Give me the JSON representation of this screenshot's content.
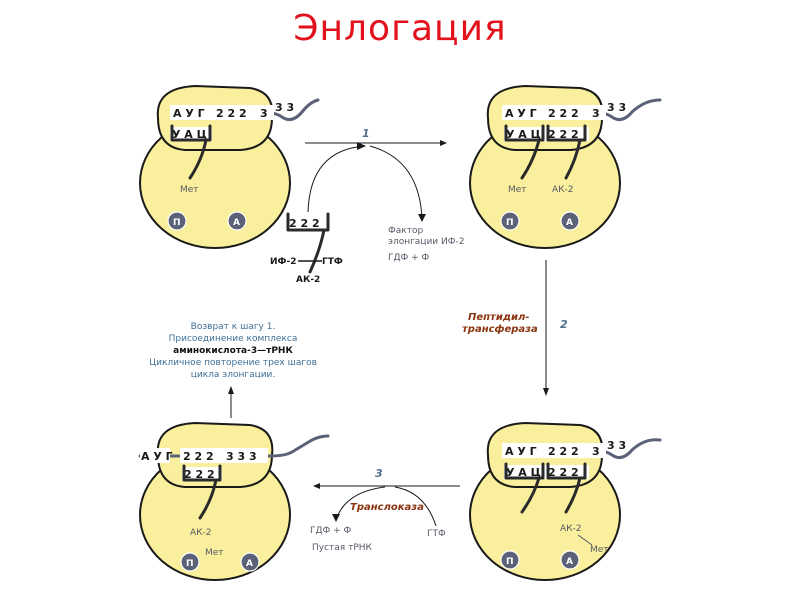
{
  "title": "Энлогация",
  "codons": {
    "aug": "А У Г",
    "uac": "У А Ц",
    "c222": "2 2 2",
    "c333": "3 3 3",
    "c22": "2 2",
    "c3": "3",
    "c33": "3 3"
  },
  "labels": {
    "met": "Мет",
    "ak2": "АК-2",
    "site_p": "П",
    "site_a": "А",
    "if2": "ИФ-2",
    "gtf": "ГТФ",
    "factor_line1": "Фактор",
    "factor_line2": "элонгации ИФ-2",
    "gdf_f": "ГДФ + Ф",
    "gtf2": "ГТФ",
    "empty_trna": "Пустая тРНК"
  },
  "steps": {
    "s1": "1",
    "s2": "2",
    "s3": "3"
  },
  "enzymes": {
    "peptidyl_line1": "Пептидил-",
    "peptidyl_line2": "трансфераза",
    "translocase": "Транслоказа"
  },
  "note": {
    "line1": "Возврат к шагу 1.",
    "line2": "Присоединение комплекса",
    "line3": "аминокислота-3—тРНК",
    "line4": "Цикличное повторение трех шагов",
    "line5": "цикла элонгации."
  },
  "colors": {
    "title": "#e2111b",
    "ribosome": "#f9ef9c",
    "mrna": "#5b6278",
    "enzyme": "#8a3510",
    "note": "#3f6f95"
  }
}
